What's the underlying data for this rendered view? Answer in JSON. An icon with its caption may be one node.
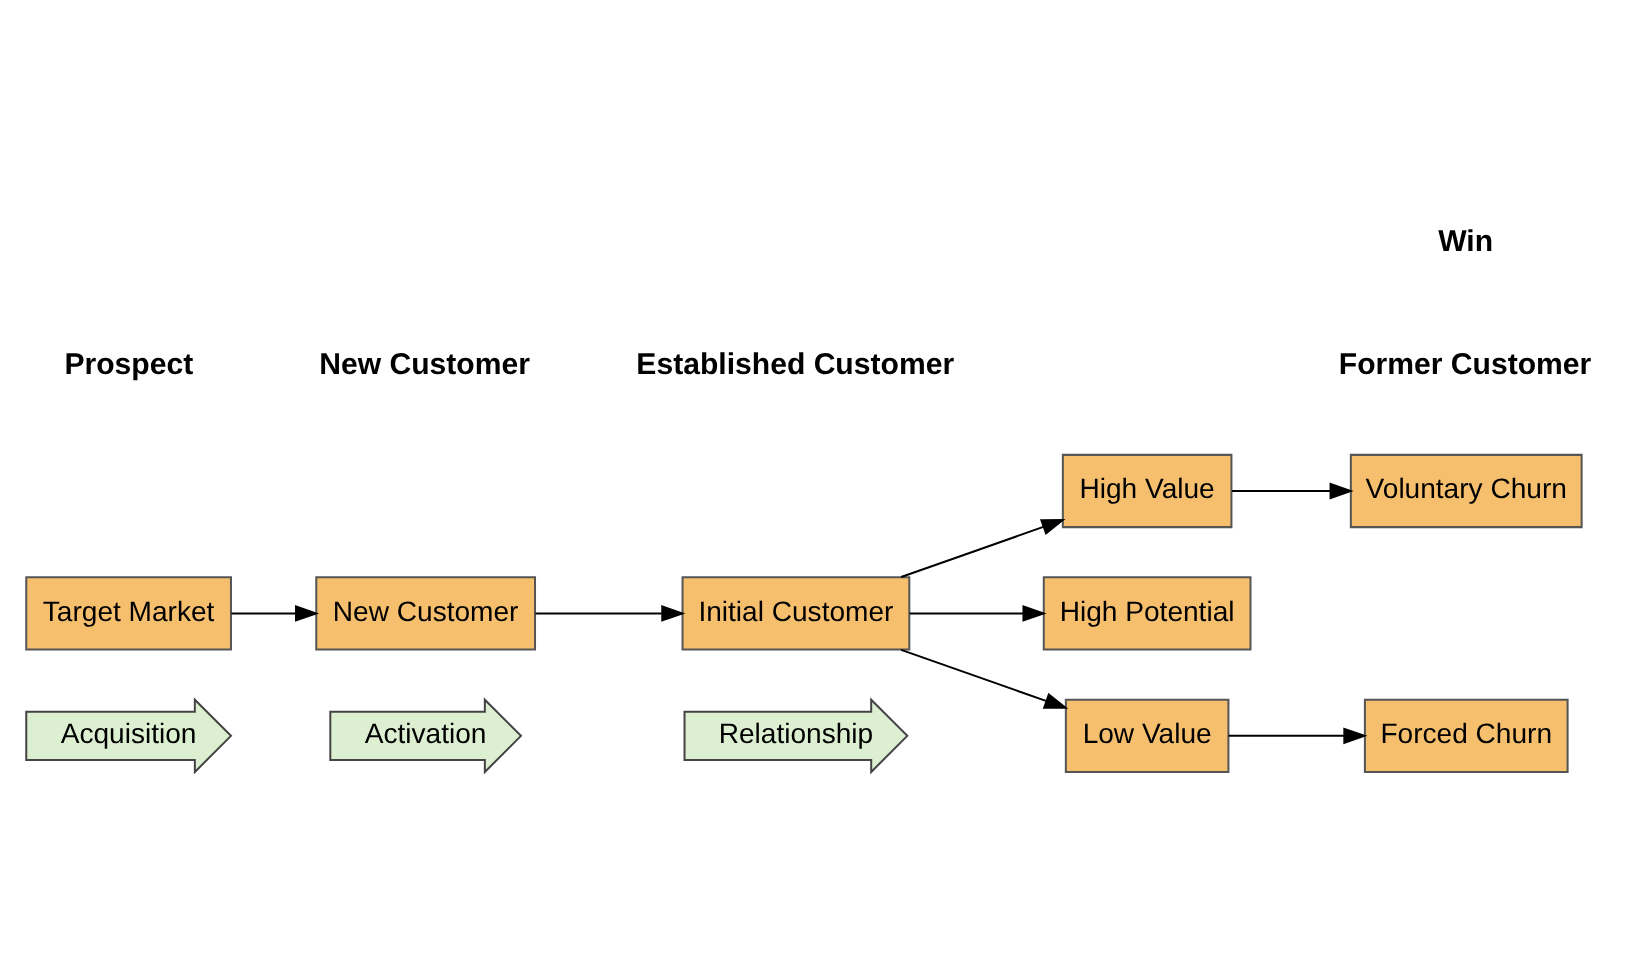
{
  "diagram": {
    "nodes": [
      {
        "text": [
          "Acquisition"
        ]
      },
      {
        "text": [
          "Activation"
        ]
      },
      {
        "text": [
          "Relationship"
        ]
      },
      {
        "text": [
          "Target Market"
        ]
      },
      {
        "text": [
          "New Customer"
        ]
      },
      {
        "text": [
          "Initial Customer"
        ]
      },
      {
        "text": [
          "High Value"
        ]
      },
      {
        "text": [
          "High Potential"
        ]
      },
      {
        "text": [
          "Low Value"
        ]
      },
      {
        "text": [
          "Voluntary Churn"
        ]
      },
      {
        "text": [
          "Forced Churn"
        ]
      }
    ],
    "edges": [
      {
        "from": 3,
        "to": 4,
        "arrow": "to"
      },
      {
        "from": 4,
        "to": 5,
        "arrow": "to"
      },
      {
        "from": 5,
        "to": 6,
        "arrow": "to"
      },
      {
        "from": 5,
        "to": 7,
        "arrow": "to"
      },
      {
        "from": 5,
        "to": 8,
        "arrow": "to"
      },
      {
        "from": 6,
        "to": 9,
        "arrow": "to"
      },
      {
        "from": 8,
        "to": 10,
        "arrow": "to"
      }
    ],
    "labels": [
      "Prospect",
      "New Customer",
      "Established Customer",
      "Former Customer",
      "Win"
    ]
  }
}
